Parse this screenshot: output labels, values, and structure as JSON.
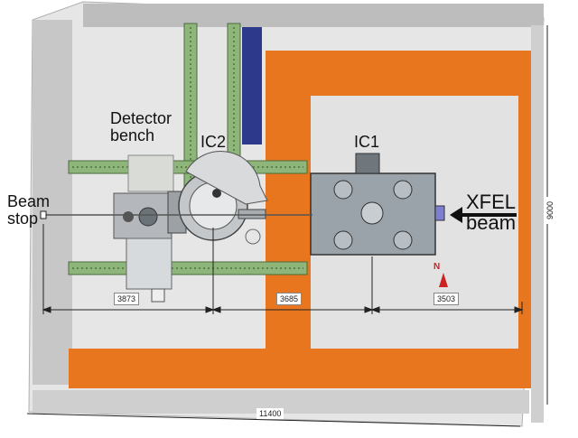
{
  "labels": {
    "detector_bench": [
      "Detector",
      "bench"
    ],
    "ic2": "IC2",
    "ic1": "IC1",
    "beam_stop": [
      "Beam",
      "stop"
    ],
    "xfel_beam": [
      "XFEL",
      "beam"
    ],
    "north": "N"
  },
  "dimensions": {
    "d1": "3873",
    "d2": "3685",
    "d3": "3503",
    "total_width": "11400",
    "total_height": "9000"
  },
  "colors": {
    "floor_light": "#e4e4e4",
    "wall_gray": "#b9b9b9",
    "orange_band": "#e8761e",
    "rail_green": "#88b071",
    "bench_blue": "#2d3a8c",
    "equipment_gray": "#a8aeb3"
  }
}
